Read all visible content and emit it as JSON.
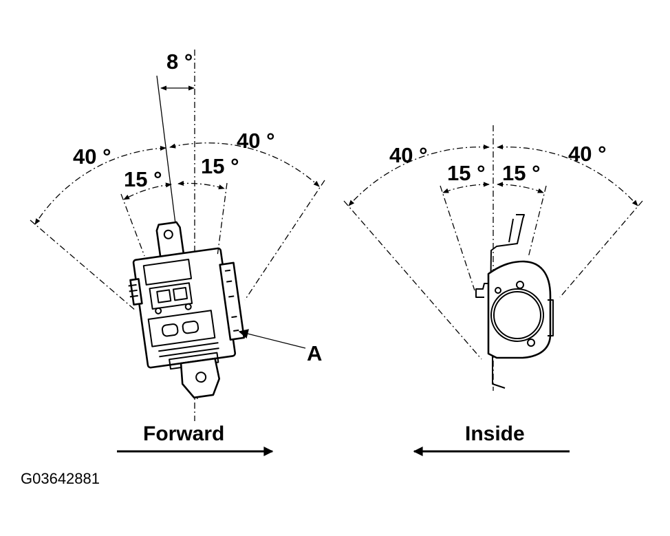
{
  "figure_code": "G03642881",
  "left_view": {
    "tilt_label": "8 °",
    "outer_left_label": "40 °",
    "outer_right_label": "40 °",
    "inner_left_label": "15 °",
    "inner_right_label": "15 °",
    "callout_label": "A",
    "direction_label": "Forward",
    "direction": "right"
  },
  "right_view": {
    "outer_left_label": "40 °",
    "outer_right_label": "40 °",
    "inner_left_label": "15 °",
    "inner_right_label": "15 °",
    "direction_label": "Inside",
    "direction": "left"
  }
}
